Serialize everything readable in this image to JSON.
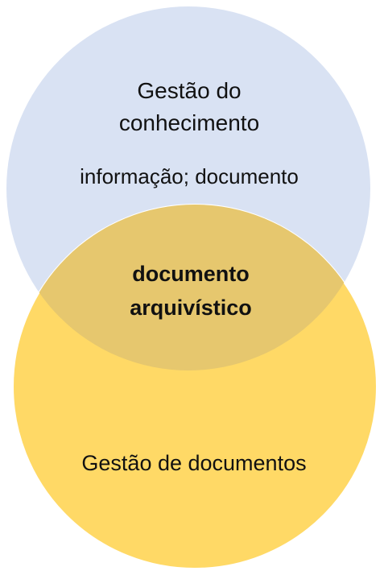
{
  "diagram": {
    "circles": [
      {
        "id": "knowledge",
        "color": "#d9e2f3",
        "label_lines": [
          "Gestão do",
          "conhecimento"
        ],
        "sublabel": "informação; documento"
      },
      {
        "id": "records",
        "color": "#ffd966",
        "label": "Gestão de documentos"
      }
    ],
    "intersection": {
      "color": "#e6c76e",
      "label_lines": [
        "documento",
        "arquivístico"
      ]
    }
  }
}
